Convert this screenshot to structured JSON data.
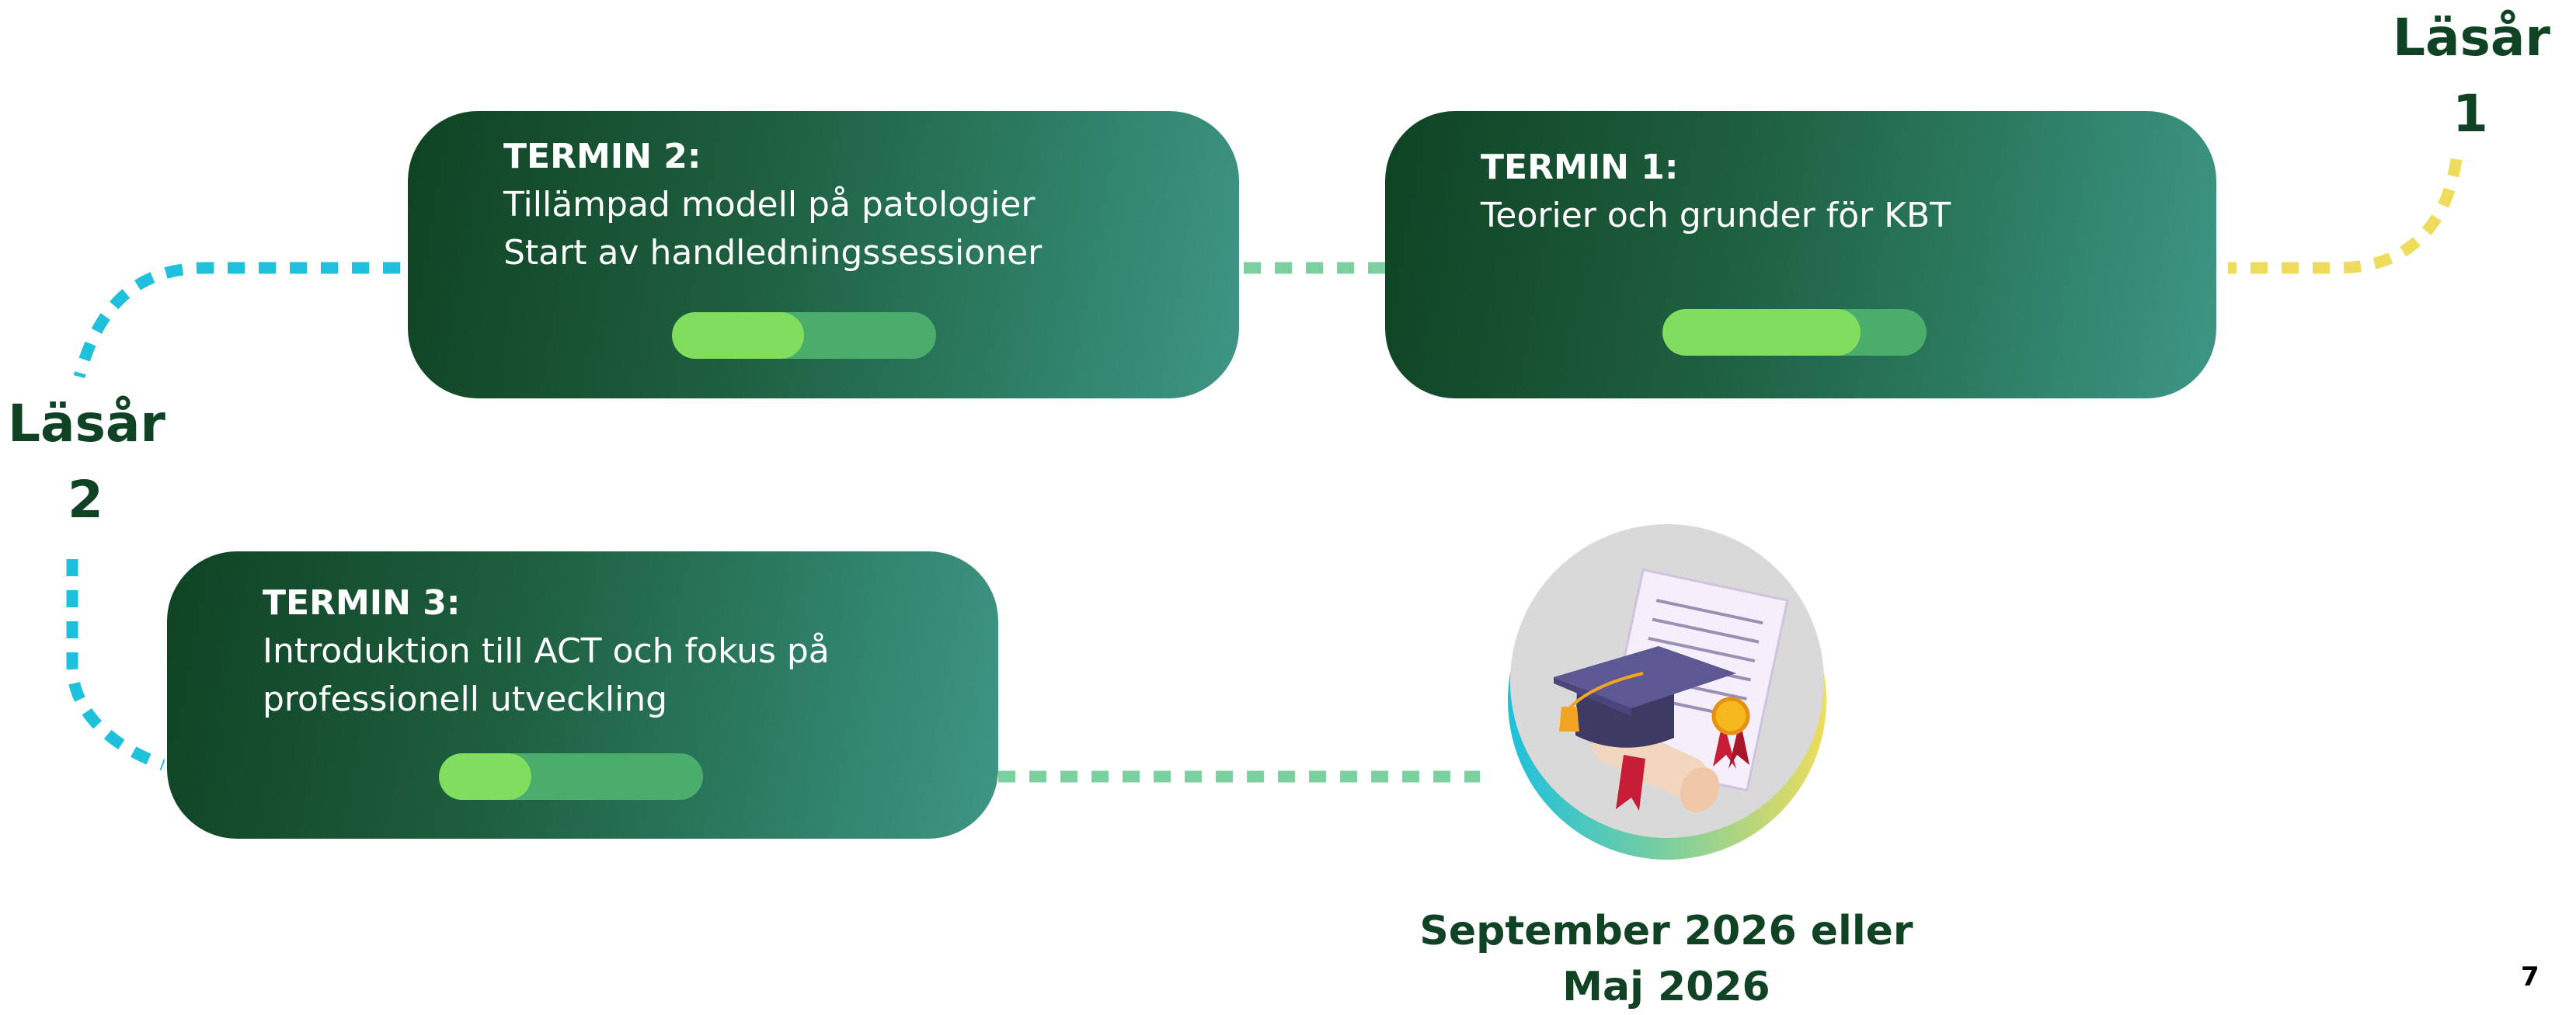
{
  "year_labels": {
    "year1": {
      "word": "Läsår",
      "number": "1"
    },
    "year2": {
      "word": "Läsår",
      "number": "2"
    }
  },
  "terms": {
    "term1": {
      "title": "TERMIN 1:",
      "lines": [
        "Teorier och grunder för KBT"
      ],
      "progress": 0.75
    },
    "term2": {
      "title": "TERMIN 2:",
      "lines": [
        "Tillämpad modell på patologier",
        "Start av handledningssessioner"
      ],
      "progress": 0.5
    },
    "term3": {
      "title": "TERMIN 3:",
      "lines": [
        "Introduktion till ACT och fokus på",
        "professionell utveckling"
      ],
      "progress": 0.35
    }
  },
  "graduation": {
    "lines": [
      "September 2026 eller",
      "Maj 2026"
    ],
    "icon": "graduation-cap-diploma-icon"
  },
  "page_number": "7",
  "colors": {
    "card_dark": "#0f4323",
    "card_light": "#3e9685",
    "progress_track": "#4aad6c",
    "progress_fill": "#80dd5e",
    "connector_yellow": "#efdc5c",
    "connector_cyan": "#1ec0dc",
    "connector_green": "#7ccf9f",
    "label_green": "#0f4323"
  }
}
